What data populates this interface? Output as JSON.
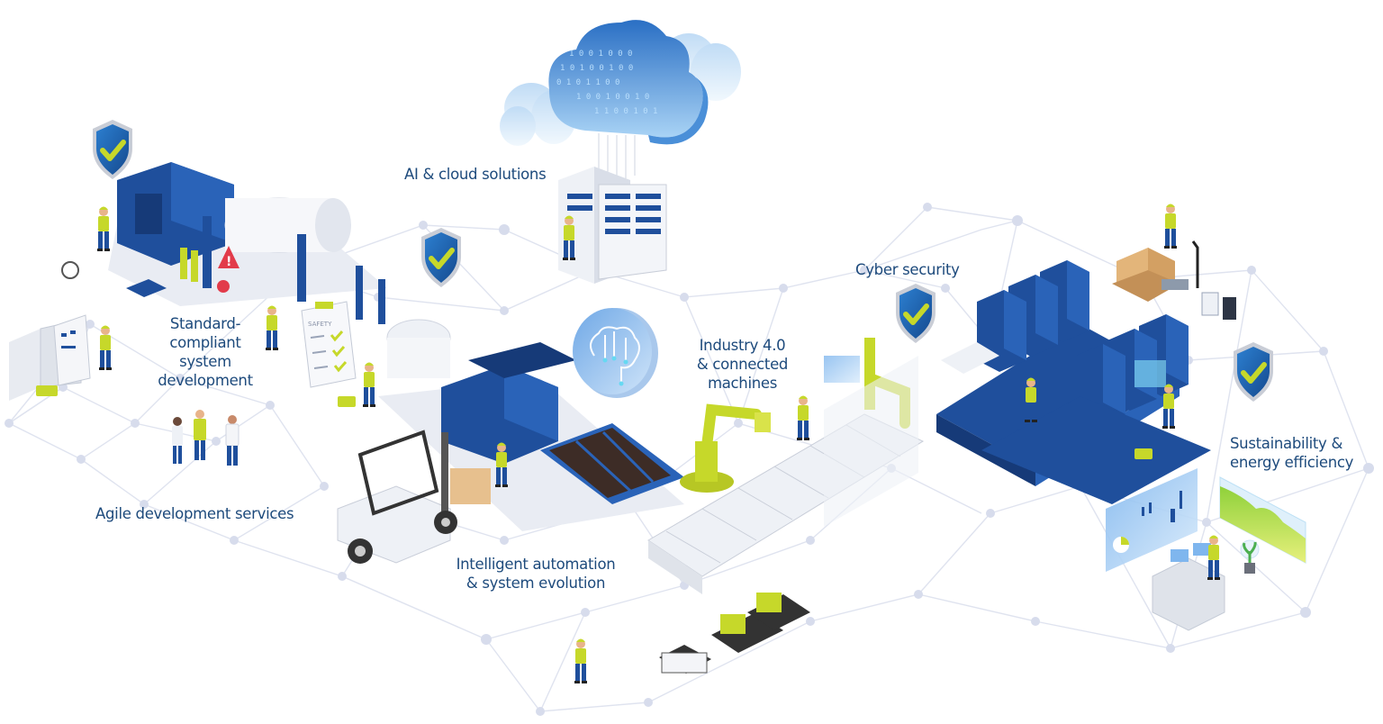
{
  "colors": {
    "label_text": "#1d4a7c",
    "network_line": "#dfe3ef",
    "network_node": "#d7dcec",
    "machine_blue": "#1f4f9c",
    "machine_dark": "#163a78",
    "accent_lime": "#c6d82a",
    "shield_blue": "#1e63b0",
    "cloud_blue": "#5b9bd8",
    "floor_grey": "#e9ecf3"
  },
  "labels": {
    "ai_cloud": {
      "lines": [
        "AI & cloud solutions"
      ]
    },
    "standard_compliant": {
      "lines": [
        "Standard-",
        "compliant",
        "system",
        "development"
      ]
    },
    "agile": {
      "lines": [
        "Agile development services"
      ]
    },
    "intelligent_automation": {
      "lines": [
        "Intelligent automation",
        "& system evolution"
      ]
    },
    "industry40": {
      "lines": [
        "Industry 4.0",
        "& connected",
        "machines"
      ]
    },
    "cyber_security": {
      "lines": [
        "Cyber security"
      ]
    },
    "sustainability": {
      "lines": [
        "Sustainability &",
        "energy efficiency"
      ]
    }
  },
  "icons": {
    "shields": [
      "shield-check-icon",
      "shield-check-icon",
      "shield-check-icon",
      "shield-check-icon"
    ],
    "cloud": "cloud-binary-icon",
    "brain": "ai-brain-chip-icon",
    "warning": "warning-triangle-icon",
    "safety_clipboard": "safety-checklist-icon"
  },
  "clipboard": {
    "title": "SAFETY"
  },
  "cloud_binary": [
    "1 0 0 1 0 0 0",
    "1 0 1 0 0 1 0 0",
    "0 1 0 1 1 0 0",
    "1 0 0 1 0 0 1 0",
    "1 1 0 0 1 0 1"
  ]
}
